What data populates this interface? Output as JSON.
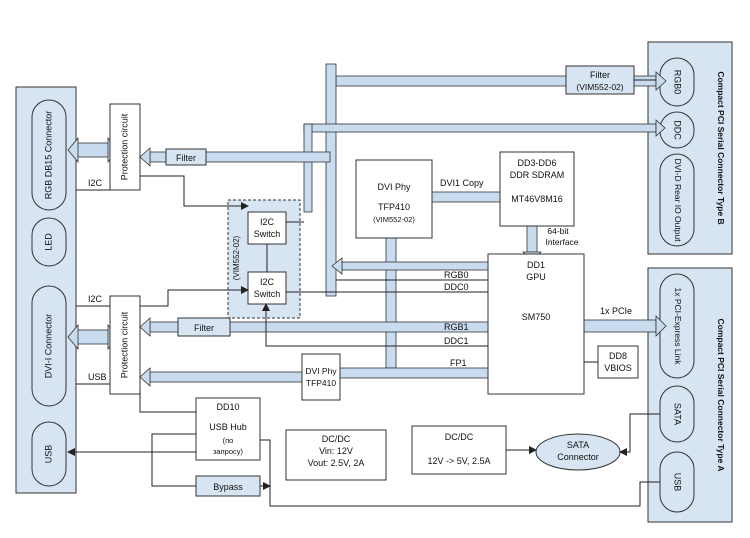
{
  "colors": {
    "panel": "#d7e4f2",
    "bus": "#c9dbee",
    "box": "#ffffff",
    "line": "#222222"
  },
  "left_connectors": {
    "rgb_db15": "RGB DB15 Connector",
    "led": "LED",
    "dvi_i": "DVI-I Connector",
    "usb": "USB"
  },
  "right_top": {
    "title": "Compact PCI Serial Connector Type B",
    "rgb0": "RGB0",
    "ddc": "DDC",
    "dvi_d": "DVI-D Rear IO Output"
  },
  "right_bottom": {
    "title": "Compact PCI Serial Connector Type A",
    "pcie": "1x PCI-Express Link",
    "sata": "SATA",
    "usb": "USB"
  },
  "blocks": {
    "protection_top": "Protection circuit",
    "protection_bottom": "Protection circuit",
    "filter_top": "Filter",
    "filter_mid": "Filter",
    "filter_right_1": "Filter",
    "filter_right_2": "(VIM552-02)",
    "i2c_group_label": "(VIM552-02)",
    "i2c_switch_1a": "I2C",
    "i2c_switch_1b": "Switch",
    "i2c_switch_2a": "I2C",
    "i2c_switch_2b": "Switch",
    "dvi_phy_1a": "DVI Phy",
    "dvi_phy_1b": "TFP410",
    "dvi_phy_1c": "(VIM552-02)",
    "dvi1_copy": "DVI1 Copy",
    "ddr_1": "DD3-DD6",
    "ddr_2": "DDR SDRAM",
    "ddr_3": "MT46V8M16",
    "interface_1": "64-bit",
    "interface_2": "Interface",
    "gpu_1": "DD1",
    "gpu_2": "GPU",
    "gpu_3": "SM750",
    "pcie_label": "1x PCIe",
    "vbios_1": "DD8",
    "vbios_2": "VBIOS",
    "dvi_phy_2a": "DVI Phy",
    "dvi_phy_2b": "TFP410",
    "usb_hub_1": "DD10",
    "usb_hub_2": "USB Hub",
    "usb_hub_3": "(по",
    "usb_hub_4": "запросу)",
    "bypass": "Bypass",
    "dcdc1_1": "DC/DC",
    "dcdc1_2": "Vin: 12V",
    "dcdc1_3": "Vout: 2.5V,  2A",
    "dcdc2_1": "DC/DC",
    "dcdc2_2": "12V -> 5V, 2.5A",
    "sata_1": "SATA",
    "sata_2": "Connector"
  },
  "signals": {
    "i2c_top": "I2C",
    "i2c_bottom": "I2C",
    "usb": "USB",
    "rgb0": "RGB0",
    "ddc0": "DDC0",
    "rgb1": "RGB1",
    "ddc1": "DDC1",
    "fp1": "FP1"
  }
}
